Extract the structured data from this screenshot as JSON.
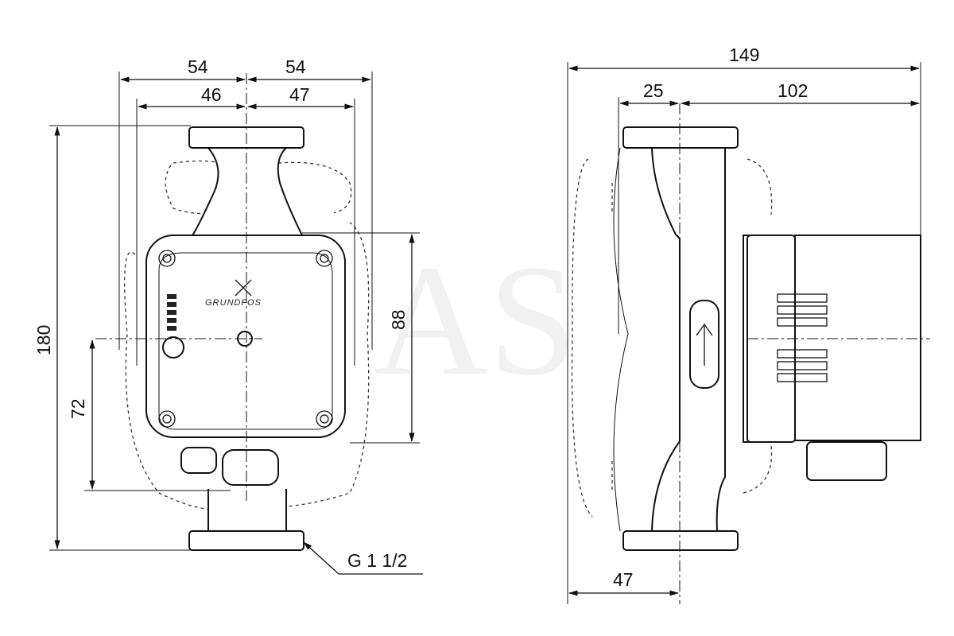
{
  "watermark": "AS",
  "front_view": {
    "dims": {
      "half_width_left": "54",
      "half_width_right": "54",
      "inner_left": "46",
      "inner_right": "47",
      "total_height": "180",
      "motor_height": "88",
      "axis_height": "72"
    },
    "thread_label": "G 1 1/2",
    "brand_text": "GRUNDFOS"
  },
  "side_view": {
    "dims": {
      "total_length": "149",
      "inlet_offset": "25",
      "motor_length": "102",
      "bottom_offset": "47"
    }
  }
}
